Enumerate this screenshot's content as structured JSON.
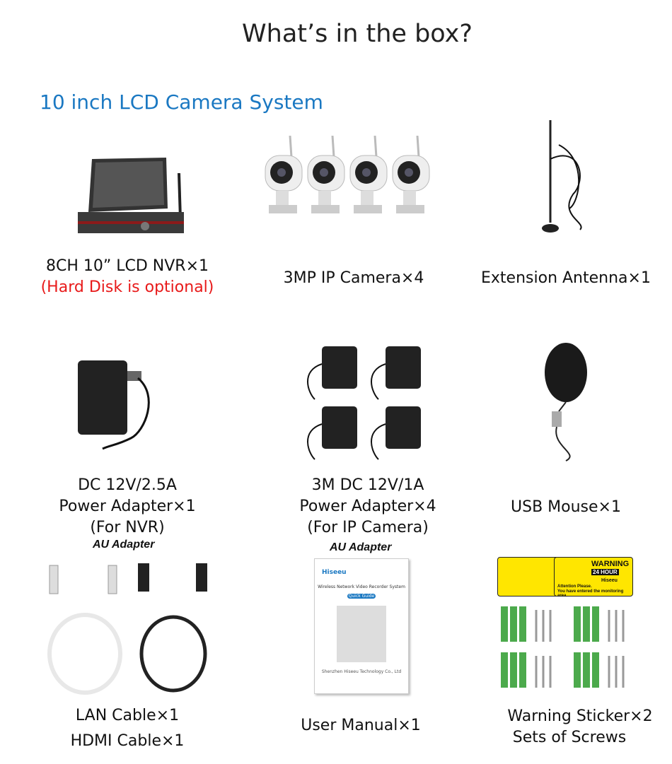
{
  "title": "What’s in the box?",
  "subtitle": "10 inch LCD Camera System",
  "accent_color": "#1a78c2",
  "items": [
    {
      "lines": [
        "8CH 10”   LCD NVR×1"
      ],
      "note": "(Hard Disk is optional)",
      "note_color": "#e81a1a",
      "icon": "lcd-nvr"
    },
    {
      "lines": [
        "3MP IP Camera×4"
      ],
      "icon": "ip-camera"
    },
    {
      "lines": [
        "Extension Antenna×1"
      ],
      "icon": "antenna"
    },
    {
      "lines": [
        "DC 12V/2.5A",
        "Power Adapter×1",
        "(For NVR)"
      ],
      "tag": "AU Adapter",
      "icon": "power-adapter"
    },
    {
      "lines": [
        "3M DC 12V/1A",
        "Power Adapter×4",
        "(For IP Camera)"
      ],
      "tag": "AU Adapter",
      "icon": "power-adapters"
    },
    {
      "lines": [
        "USB Mouse×1"
      ],
      "icon": "usb-mouse"
    },
    {
      "lines": [
        "LAN Cable×1",
        "HDMI Cable×1"
      ],
      "icon": "cables"
    },
    {
      "lines": [
        "User Manual×1"
      ],
      "icon": "user-manual"
    },
    {
      "lines": [
        "Warning Sticker×2",
        "Sets of Screws"
      ],
      "icon": "stickers-screws"
    }
  ],
  "manual": {
    "brand": "Hiseeu",
    "heading": "Wireless Network Video Recorder System",
    "badge": "Quick Guide",
    "footer": "Shenzhen Hiseeu Technology Co., Ltd"
  },
  "sticker": {
    "warning": "WARNING",
    "hours": "24 HOUR",
    "brand": "Hiseeu",
    "text1": "Attention Please.",
    "text2": "You have entered the monitoring area."
  }
}
